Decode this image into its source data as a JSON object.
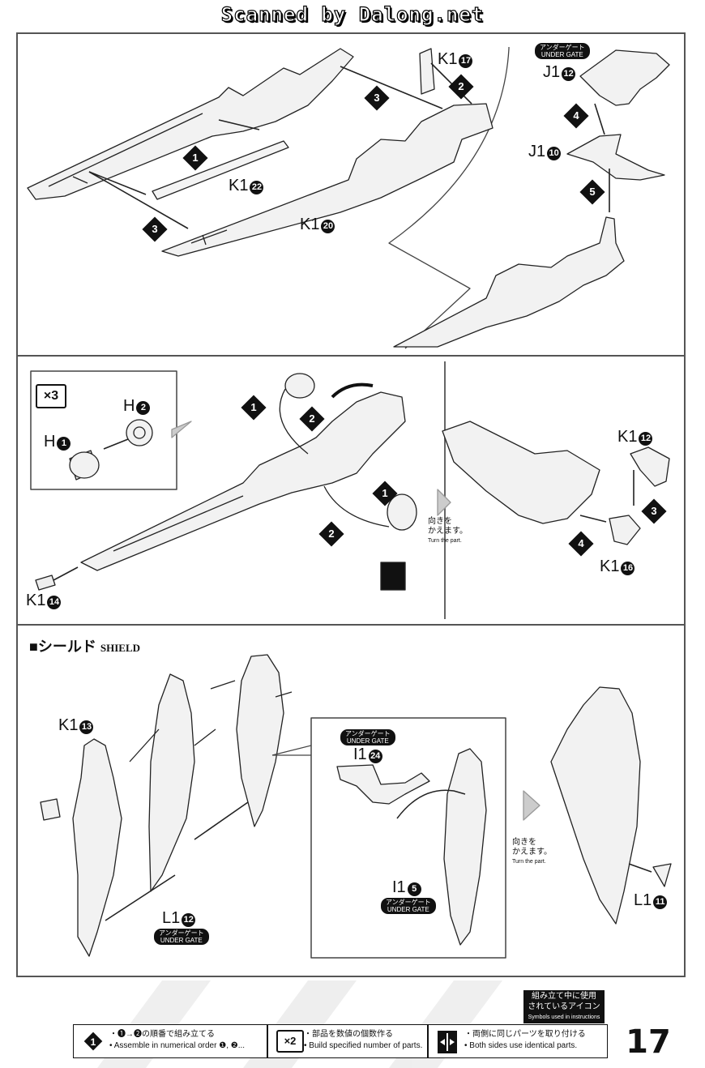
{
  "header": {
    "scan_credit": "Scanned by Dalong.net"
  },
  "page_number": "17",
  "top_panel": {
    "labels": {
      "k1_17": {
        "prefix": "K1",
        "num": "17"
      },
      "k1_22": {
        "prefix": "K1",
        "num": "22"
      },
      "k1_20": {
        "prefix": "K1",
        "num": "20"
      },
      "j1_12": {
        "prefix": "J1",
        "num": "12"
      },
      "j1_10": {
        "prefix": "J1",
        "num": "10"
      }
    },
    "under_gate": {
      "jp": "アンダーゲート",
      "en": "UNDER GATE"
    },
    "steps": [
      "1",
      "2",
      "3",
      "3",
      "4",
      "5"
    ]
  },
  "middle_panel": {
    "quantity": "×3",
    "labels": {
      "h2": {
        "prefix": "H",
        "num": "2"
      },
      "h1": {
        "prefix": "H",
        "num": "1"
      },
      "k1_14": {
        "prefix": "K1",
        "num": "14"
      },
      "k1_12": {
        "prefix": "K1",
        "num": "12"
      },
      "k1_16": {
        "prefix": "K1",
        "num": "16"
      }
    },
    "turn_note": {
      "jp1": "向きを",
      "jp2": "かえます。",
      "en": "Turn the part."
    },
    "steps": [
      "1",
      "2",
      "2",
      "1",
      "3",
      "4"
    ]
  },
  "shield_panel": {
    "title_jp": "■シールド",
    "title_en": "SHIELD",
    "labels": {
      "k1_13": {
        "prefix": "K1",
        "num": "13"
      },
      "l1_12": {
        "prefix": "L1",
        "num": "12"
      },
      "i1_24": {
        "prefix": "I1",
        "num": "24"
      },
      "i1_5": {
        "prefix": "I1",
        "num": "5"
      },
      "l1_11": {
        "prefix": "L1",
        "num": "11"
      }
    },
    "under_gate": {
      "jp": "アンダーゲート",
      "en": "UNDER GATE"
    },
    "turn_note": {
      "jp1": "向きを",
      "jp2": "かえます。",
      "en": "Turn the part."
    }
  },
  "legend": {
    "heading_jp1": "組み立て中に使用",
    "heading_jp2": "されているアイコン",
    "heading_en": "Symbols used in instructions",
    "items": [
      {
        "icon": "1",
        "jp": "・❶→❷の順番で組み立てる",
        "en": "• Assemble in numerical order ❶, ❷..."
      },
      {
        "icon": "×2",
        "jp": "・部品を数値の個数作る",
        "en": "• Build specified number of parts."
      },
      {
        "icon": "both-sides-icon",
        "jp": "・両側に同じパーツを取り付ける",
        "en": "• Both sides use identical parts."
      }
    ]
  }
}
